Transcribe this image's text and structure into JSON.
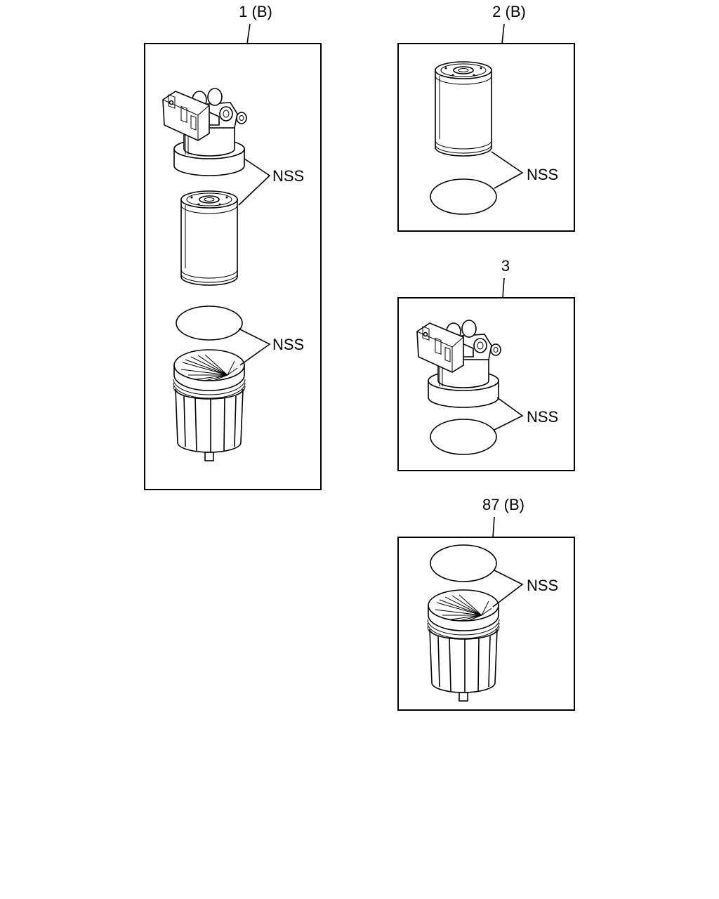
{
  "panels": [
    {
      "id": "p1",
      "label": "1 (B)",
      "callouts": [
        "NSS",
        "NSS"
      ]
    },
    {
      "id": "p2",
      "label": "2 (B)",
      "callouts": [
        "NSS"
      ]
    },
    {
      "id": "p3",
      "label": "3",
      "callouts": [
        "NSS"
      ]
    },
    {
      "id": "p4",
      "label": "87 (B)",
      "callouts": [
        "NSS"
      ]
    }
  ]
}
